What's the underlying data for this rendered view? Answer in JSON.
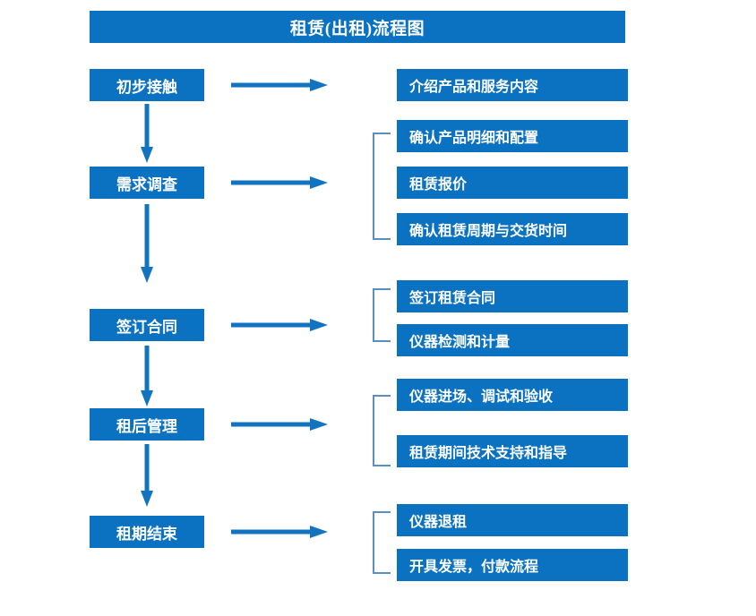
{
  "diagram": {
    "title": "租赁(出租)流程图",
    "colors": {
      "box_blue": "#0B72C2",
      "arrow_blue": "#1273C0",
      "bracket_blue": "#5B8FC0",
      "text_white": "#FFFFFF",
      "background": "#FFFFFF"
    },
    "stages": [
      {
        "id": "stage-1",
        "label": "初步接触",
        "details": [
          "介绍产品和服务内容"
        ],
        "has_bracket": false,
        "has_down_arrow": true
      },
      {
        "id": "stage-2",
        "label": "需求调查",
        "details": [
          "确认产品明细和配置",
          "租赁报价",
          "确认租赁周期与交货时间"
        ],
        "has_bracket": true,
        "has_down_arrow": true
      },
      {
        "id": "stage-3",
        "label": "签订合同",
        "details": [
          "签订租赁合同",
          "仪器检测和计量"
        ],
        "has_bracket": true,
        "has_down_arrow": true
      },
      {
        "id": "stage-4",
        "label": "租后管理",
        "details": [
          "仪器进场、调试和验收",
          "租赁期间技术支持和指导"
        ],
        "has_bracket": true,
        "has_down_arrow": true
      },
      {
        "id": "stage-5",
        "label": "租期结束",
        "details": [
          "仪器退租",
          "开具发票，付款流程"
        ],
        "has_bracket": true,
        "has_down_arrow": false
      }
    ]
  }
}
